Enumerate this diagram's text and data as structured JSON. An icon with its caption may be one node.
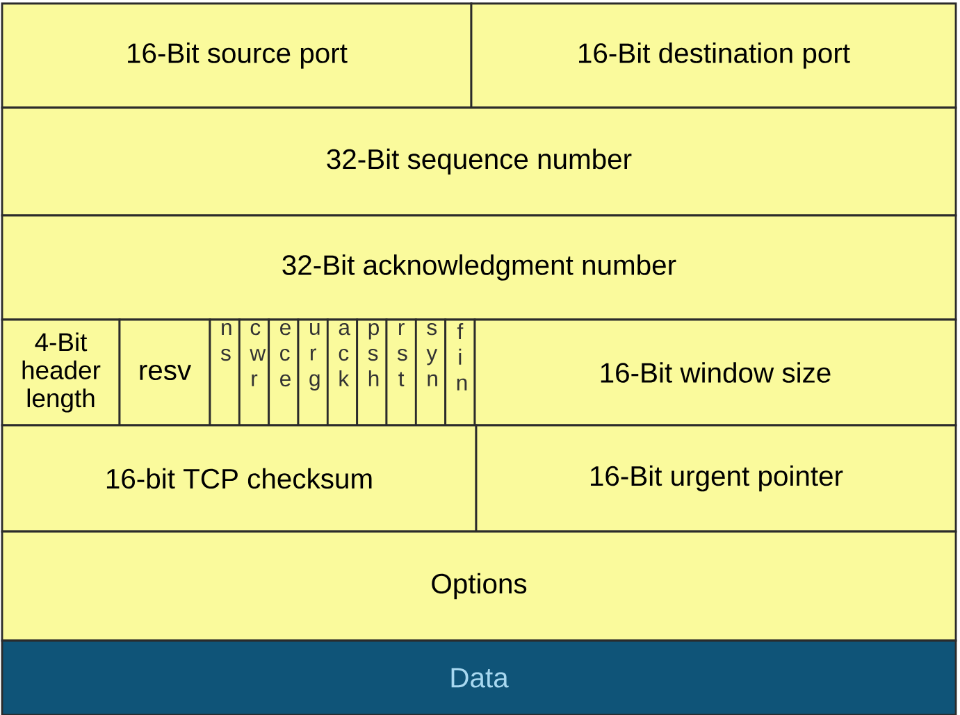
{
  "diagram": {
    "nodes": [
      {
        "text": [
          "16-Bit source port"
        ]
      },
      {
        "text": [
          "16-Bit destination port"
        ]
      },
      {
        "text": [
          "32-Bit sequence number"
        ]
      },
      {
        "text": [
          "32-Bit acknowledgment number"
        ]
      },
      {
        "text": [
          "4-Bit header length"
        ]
      },
      {
        "text": [
          "resv"
        ]
      },
      {
        "text": [
          "ns"
        ]
      },
      {
        "text": [
          "cwr"
        ]
      },
      {
        "text": [
          "ece"
        ]
      },
      {
        "text": [
          "urg"
        ]
      },
      {
        "text": [
          "ack"
        ]
      },
      {
        "text": [
          "psh"
        ]
      },
      {
        "text": [
          "rst"
        ]
      },
      {
        "text": [
          "syn"
        ]
      },
      {
        "text": [
          "fin"
        ]
      },
      {
        "text": [
          "16-Bit window size"
        ]
      },
      {
        "text": [
          "16-bit TCP checksum"
        ]
      },
      {
        "text": [
          "16-Bit urgent pointer"
        ]
      },
      {
        "text": [
          "Options"
        ]
      },
      {
        "text": [
          "Data"
        ]
      }
    ]
  }
}
